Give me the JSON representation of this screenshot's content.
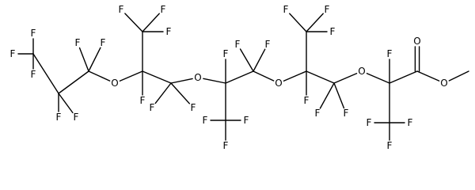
{
  "molecule": {
    "atoms": [
      {
        "id": "F1",
        "label": "F"
      },
      {
        "id": "F2",
        "label": "F"
      },
      {
        "id": "F3",
        "label": "F"
      },
      {
        "id": "C1",
        "label": ""
      },
      {
        "id": "F4",
        "label": "F"
      },
      {
        "id": "F5",
        "label": "F"
      },
      {
        "id": "C2",
        "label": ""
      },
      {
        "id": "F6",
        "label": "F"
      },
      {
        "id": "F7",
        "label": "F"
      },
      {
        "id": "C3",
        "label": ""
      },
      {
        "id": "O1",
        "label": "O"
      },
      {
        "id": "C4",
        "label": ""
      },
      {
        "id": "C5",
        "label": ""
      },
      {
        "id": "F8",
        "label": "F"
      },
      {
        "id": "F9",
        "label": "F"
      },
      {
        "id": "F10",
        "label": "F"
      },
      {
        "id": "F11",
        "label": "F"
      },
      {
        "id": "C6",
        "label": ""
      },
      {
        "id": "F12",
        "label": "F"
      },
      {
        "id": "F13",
        "label": "F"
      },
      {
        "id": "O2",
        "label": "O"
      },
      {
        "id": "C7",
        "label": ""
      },
      {
        "id": "F14",
        "label": "F"
      },
      {
        "id": "C8",
        "label": ""
      },
      {
        "id": "F15",
        "label": "F"
      },
      {
        "id": "F16",
        "label": "F"
      },
      {
        "id": "F17",
        "label": "F"
      },
      {
        "id": "C9",
        "label": ""
      },
      {
        "id": "F18",
        "label": "F"
      },
      {
        "id": "F19",
        "label": "F"
      },
      {
        "id": "O3",
        "label": "O"
      },
      {
        "id": "C10",
        "label": ""
      },
      {
        "id": "C11",
        "label": ""
      },
      {
        "id": "F20",
        "label": "F"
      },
      {
        "id": "F21",
        "label": "F"
      },
      {
        "id": "F22",
        "label": "F"
      },
      {
        "id": "F23",
        "label": "F"
      },
      {
        "id": "C12",
        "label": ""
      },
      {
        "id": "F24",
        "label": "F"
      },
      {
        "id": "F25",
        "label": "F"
      },
      {
        "id": "O4",
        "label": "O"
      },
      {
        "id": "C13",
        "label": ""
      },
      {
        "id": "F26",
        "label": "F"
      },
      {
        "id": "C14",
        "label": ""
      },
      {
        "id": "F27",
        "label": "F"
      },
      {
        "id": "F28",
        "label": "F"
      },
      {
        "id": "F29",
        "label": "F"
      },
      {
        "id": "C15",
        "label": ""
      },
      {
        "id": "O5",
        "label": "O"
      },
      {
        "id": "O6",
        "label": "O"
      },
      {
        "id": "C16",
        "label": ""
      }
    ],
    "bonds": [
      {
        "a": "C1",
        "b": "F1",
        "order": 1
      },
      {
        "a": "C1",
        "b": "F2",
        "order": 1
      },
      {
        "a": "C1",
        "b": "F3",
        "order": 1
      },
      {
        "a": "C1",
        "b": "C2",
        "order": 1
      },
      {
        "a": "C2",
        "b": "F4",
        "order": 1
      },
      {
        "a": "C2",
        "b": "F5",
        "order": 1
      },
      {
        "a": "C2",
        "b": "C3",
        "order": 1
      },
      {
        "a": "C3",
        "b": "F6",
        "order": 1
      },
      {
        "a": "C3",
        "b": "F7",
        "order": 1
      },
      {
        "a": "C3",
        "b": "O1",
        "order": 1
      },
      {
        "a": "O1",
        "b": "C4",
        "order": 1
      },
      {
        "a": "C4",
        "b": "C5",
        "order": 1
      },
      {
        "a": "C4",
        "b": "F11",
        "order": 1
      },
      {
        "a": "C4",
        "b": "C6",
        "order": 1
      },
      {
        "a": "C5",
        "b": "F8",
        "order": 1
      },
      {
        "a": "C5",
        "b": "F9",
        "order": 1
      },
      {
        "a": "C5",
        "b": "F10",
        "order": 1
      },
      {
        "a": "C6",
        "b": "F12",
        "order": 1
      },
      {
        "a": "C6",
        "b": "F13",
        "order": 1
      },
      {
        "a": "C6",
        "b": "O2",
        "order": 1
      },
      {
        "a": "O2",
        "b": "C7",
        "order": 1
      },
      {
        "a": "C7",
        "b": "F14",
        "order": 1
      },
      {
        "a": "C7",
        "b": "C8",
        "order": 1
      },
      {
        "a": "C7",
        "b": "C9",
        "order": 1
      },
      {
        "a": "C8",
        "b": "F15",
        "order": 1
      },
      {
        "a": "C8",
        "b": "F16",
        "order": 1
      },
      {
        "a": "C8",
        "b": "F17",
        "order": 1
      },
      {
        "a": "C9",
        "b": "F18",
        "order": 1
      },
      {
        "a": "C9",
        "b": "F19",
        "order": 1
      },
      {
        "a": "C9",
        "b": "O3",
        "order": 1
      },
      {
        "a": "O3",
        "b": "C10",
        "order": 1
      },
      {
        "a": "C10",
        "b": "C11",
        "order": 1
      },
      {
        "a": "C10",
        "b": "F23",
        "order": 1
      },
      {
        "a": "C10",
        "b": "C12",
        "order": 1
      },
      {
        "a": "C11",
        "b": "F20",
        "order": 1
      },
      {
        "a": "C11",
        "b": "F21",
        "order": 1
      },
      {
        "a": "C11",
        "b": "F22",
        "order": 1
      },
      {
        "a": "C12",
        "b": "F24",
        "order": 1
      },
      {
        "a": "C12",
        "b": "F25",
        "order": 1
      },
      {
        "a": "C12",
        "b": "O4",
        "order": 1
      },
      {
        "a": "O4",
        "b": "C13",
        "order": 1
      },
      {
        "a": "C13",
        "b": "F26",
        "order": 1
      },
      {
        "a": "C13",
        "b": "C14",
        "order": 1
      },
      {
        "a": "C13",
        "b": "C15",
        "order": 1
      },
      {
        "a": "C14",
        "b": "F27",
        "order": 1
      },
      {
        "a": "C14",
        "b": "F28",
        "order": 1
      },
      {
        "a": "C14",
        "b": "F29",
        "order": 1
      },
      {
        "a": "C15",
        "b": "O5",
        "order": 2
      },
      {
        "a": "C15",
        "b": "O6",
        "order": 1
      },
      {
        "a": "O6",
        "b": "C16",
        "order": 1
      }
    ]
  }
}
